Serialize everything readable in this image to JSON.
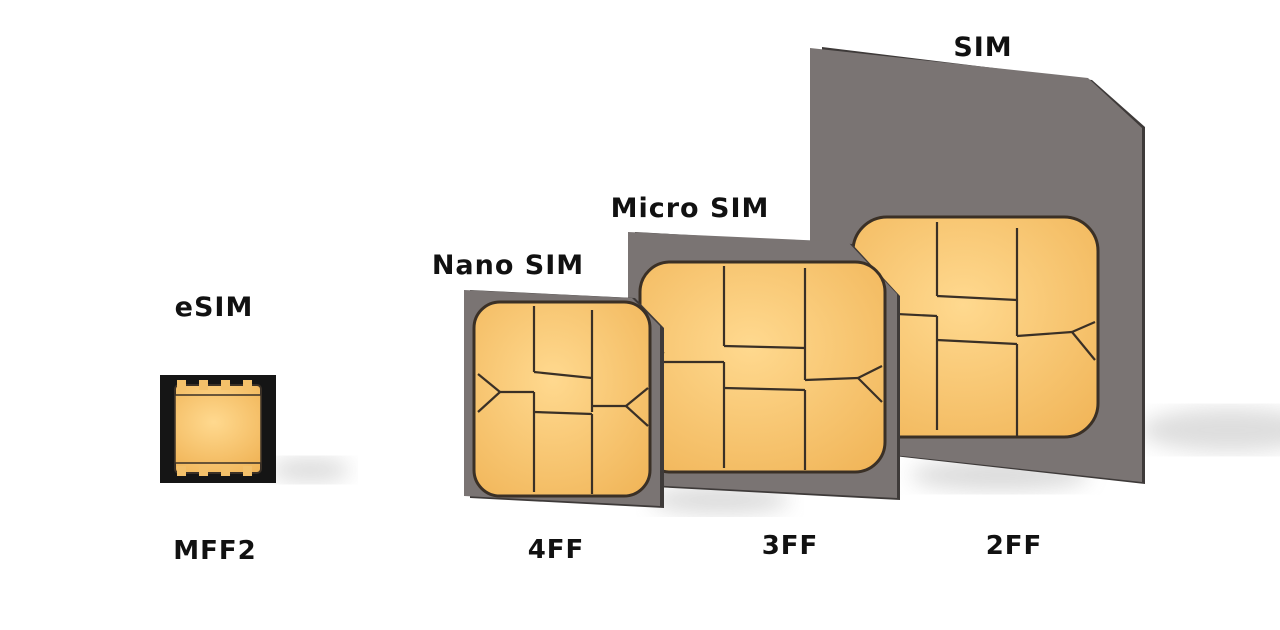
{
  "cards": [
    {
      "id": "esim",
      "name": "eSIM",
      "form_factor": "MFF2"
    },
    {
      "id": "nano",
      "name": "Nano SIM",
      "form_factor": "4FF"
    },
    {
      "id": "micro",
      "name": "Micro SIM",
      "form_factor": "3FF"
    },
    {
      "id": "sim",
      "name": "SIM",
      "form_factor": "2FF"
    }
  ],
  "colors": {
    "card_body": "#7a7473",
    "card_edge": "#3e3a39",
    "contact_gold": "#f6c46e",
    "contact_line": "#3a3026",
    "esim_package": "#151515",
    "background": "#ffffff"
  }
}
